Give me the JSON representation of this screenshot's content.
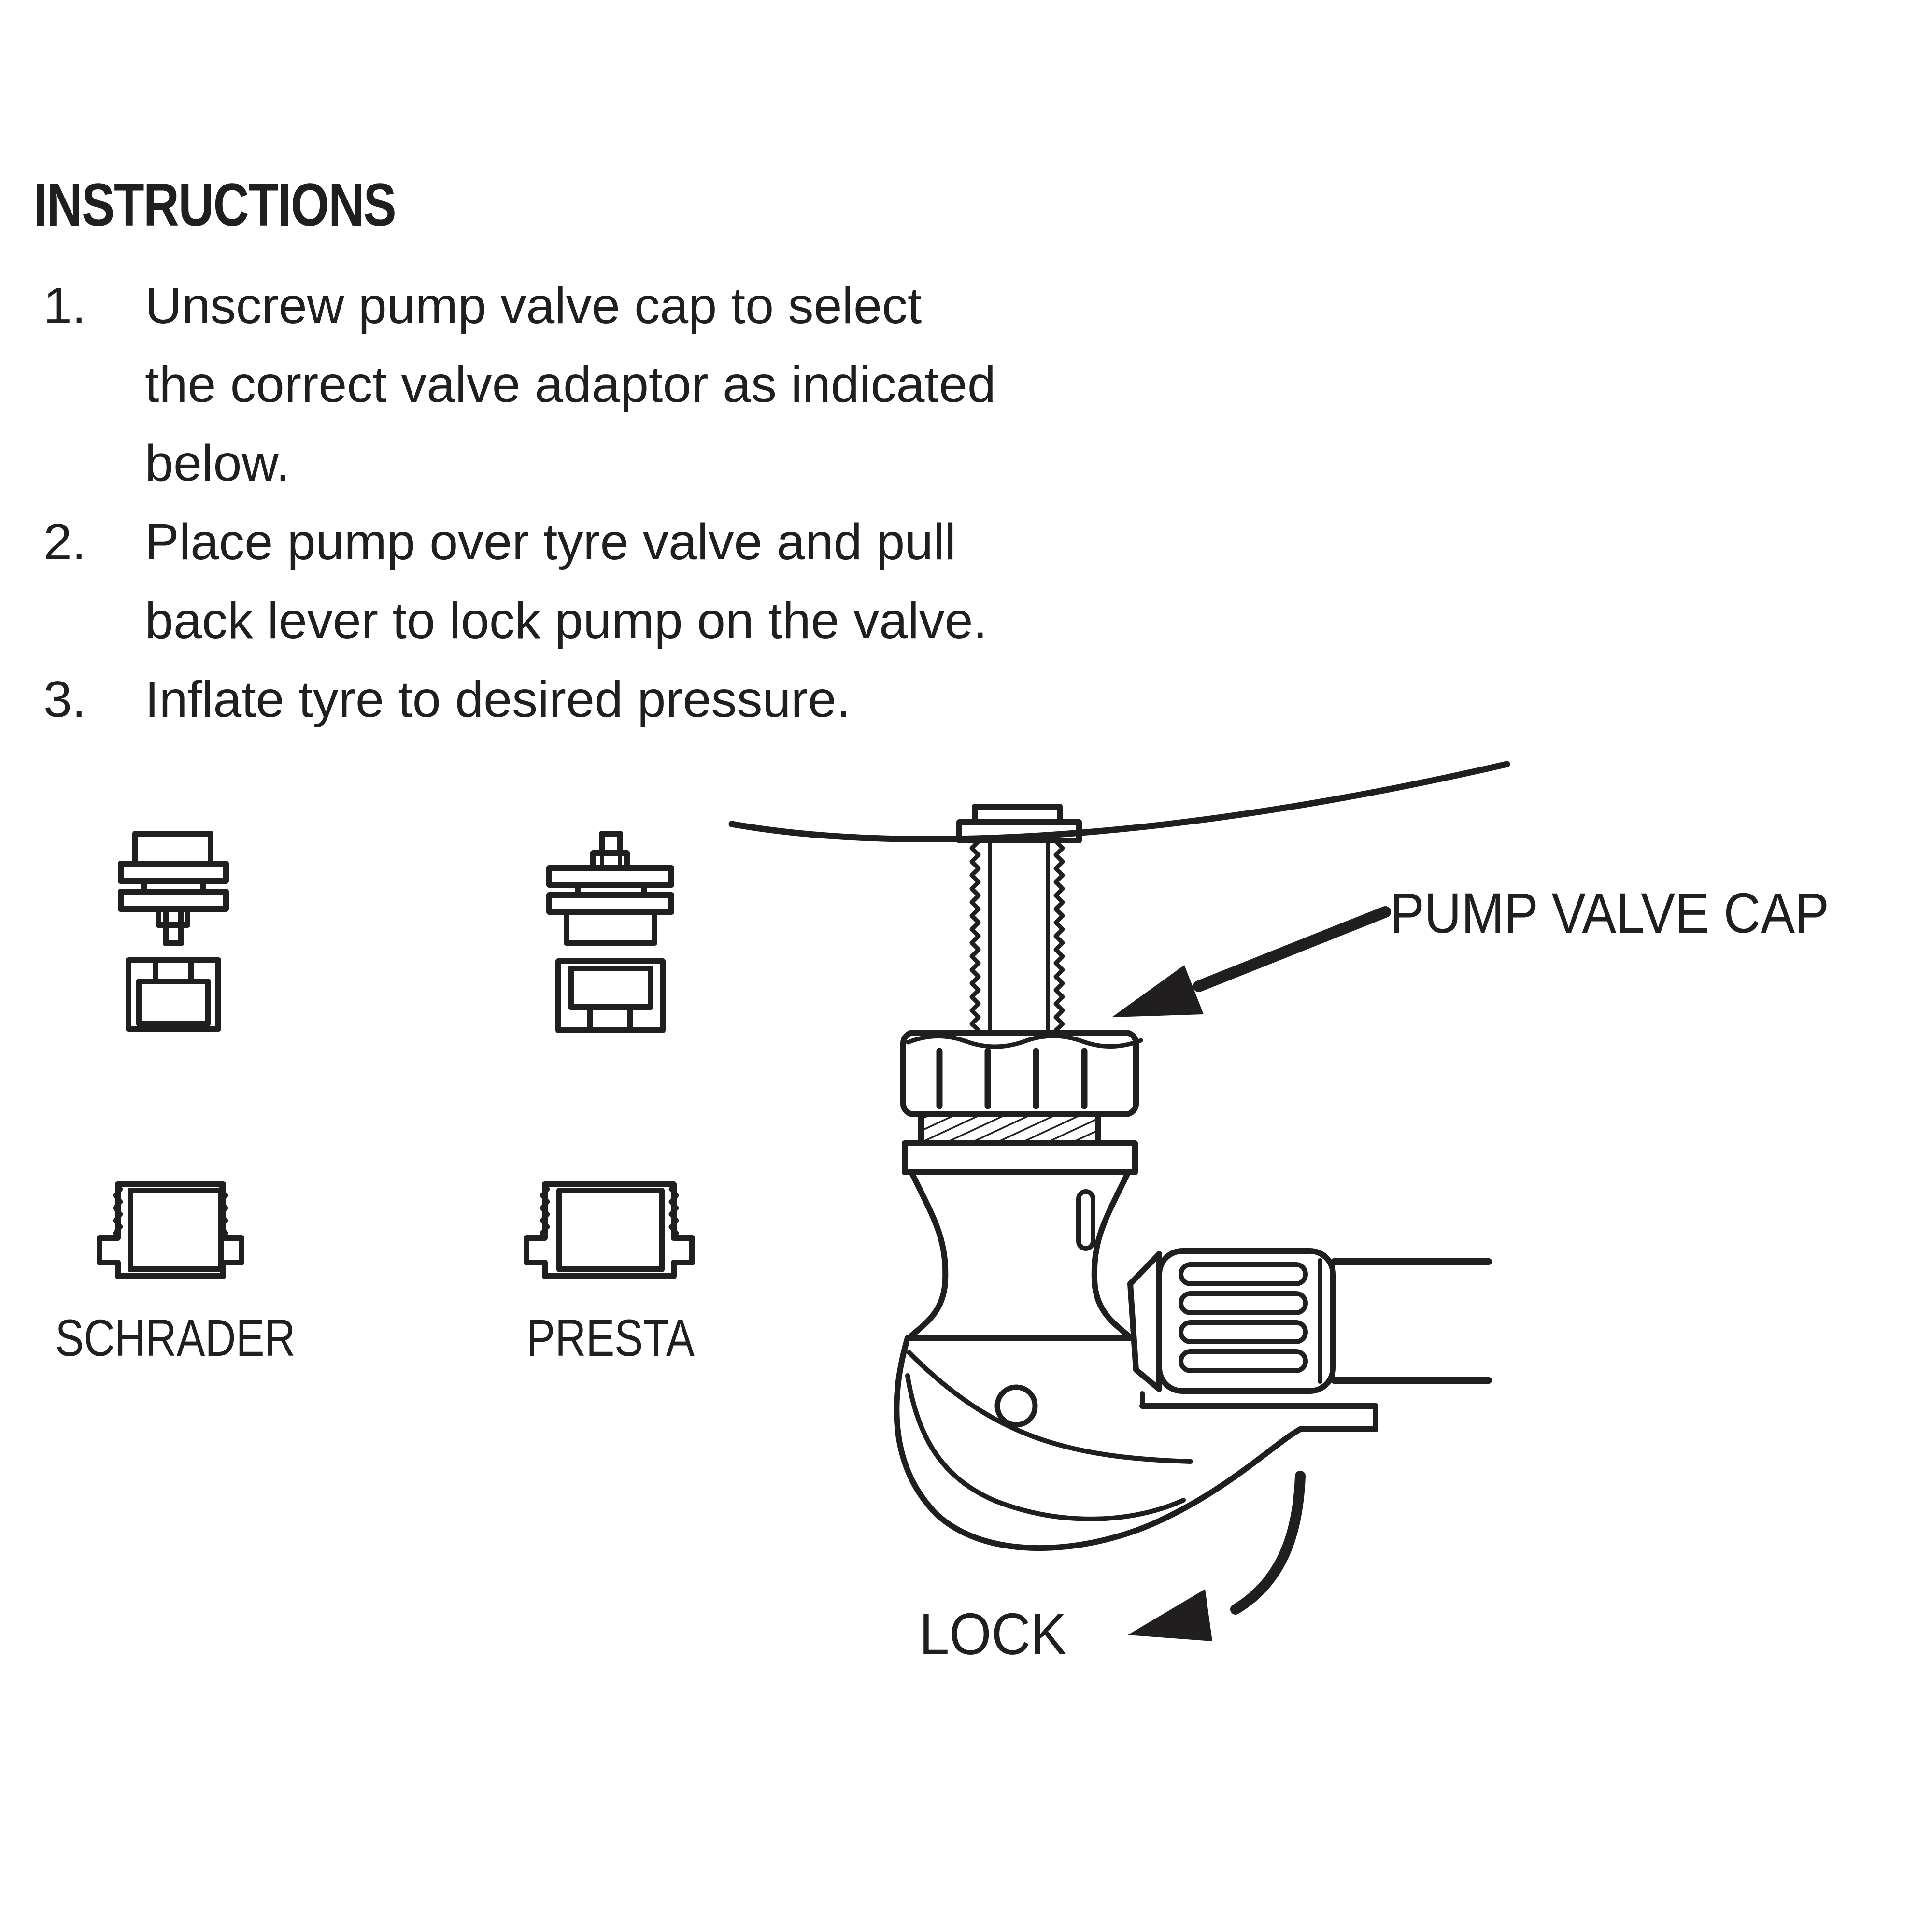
{
  "title": "INSTRUCTIONS",
  "instructions": [
    {
      "num": "1.",
      "lines": [
        "Unscrew pump valve cap to select",
        "the correct valve adaptor as indicated",
        "below."
      ]
    },
    {
      "num": "2.",
      "lines": [
        "Place pump over tyre valve and pull",
        "back lever to lock pump on the valve."
      ]
    },
    {
      "num": "3.",
      "lines": [
        "Inflate tyre to desired pressure."
      ]
    }
  ],
  "adaptors": [
    {
      "label": "SCHRADER"
    },
    {
      "label": "PRESTA"
    }
  ],
  "pump_labels": {
    "valve_cap": "PUMP VALVE CAP",
    "lock": "LOCK"
  },
  "colors": {
    "ink": "#211e1f",
    "background": "#ffffff"
  }
}
